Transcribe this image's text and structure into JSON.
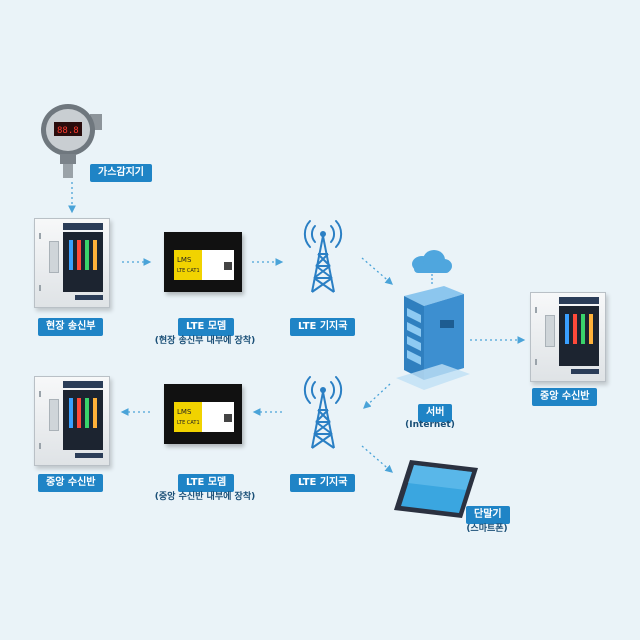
{
  "nodes": {
    "gas_detector": {
      "label": "가스감지기"
    },
    "field_transmitter": {
      "label": "현장 송신부"
    },
    "lte_modem_top": {
      "label": "LTE 모뎀",
      "sublabel": "(현장 송신부 내부에 장착)"
    },
    "lte_tower_top": {
      "label": "LTE 기지국"
    },
    "server": {
      "label": "서버",
      "sublabel": "(Internet)"
    },
    "central_receiver_right": {
      "label": "중앙 수신반"
    },
    "central_receiver_bottom": {
      "label": "중앙 수신반"
    },
    "lte_modem_bottom": {
      "label": "LTE 모뎀",
      "sublabel": "(중앙 수신반 내부에 장착)"
    },
    "lte_tower_bottom": {
      "label": "LTE 기지국"
    },
    "terminal": {
      "label": "단말기",
      "sublabel": "(스마트폰)"
    }
  },
  "colors": {
    "background": "#eaf3f8",
    "label_bg": "#1f84c6",
    "label_text": "#ffffff",
    "sublabel_text": "#1a4f77",
    "arrow": "#4aa3d8",
    "tower": "#2a7fc4",
    "server": "#3d8fd0"
  }
}
